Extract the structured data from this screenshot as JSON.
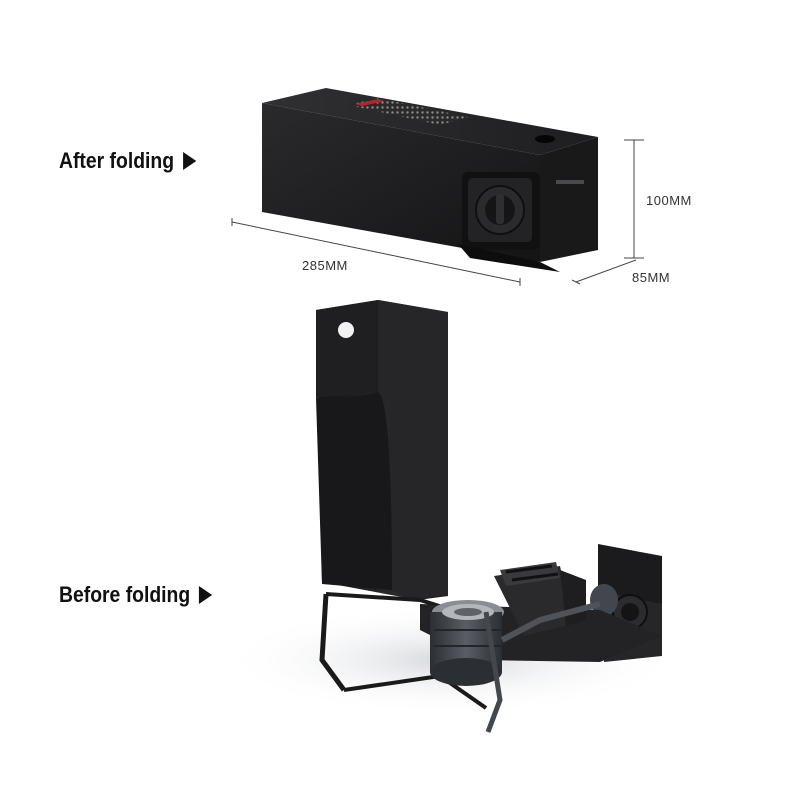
{
  "labels": {
    "after": "After folding",
    "before": "Before folding"
  },
  "dimensions": {
    "length": "285MM",
    "height": "100MM",
    "depth": "85MM"
  },
  "colors": {
    "product": "#1b1b1d",
    "accent": "#3c3f44",
    "text": "#111111"
  }
}
